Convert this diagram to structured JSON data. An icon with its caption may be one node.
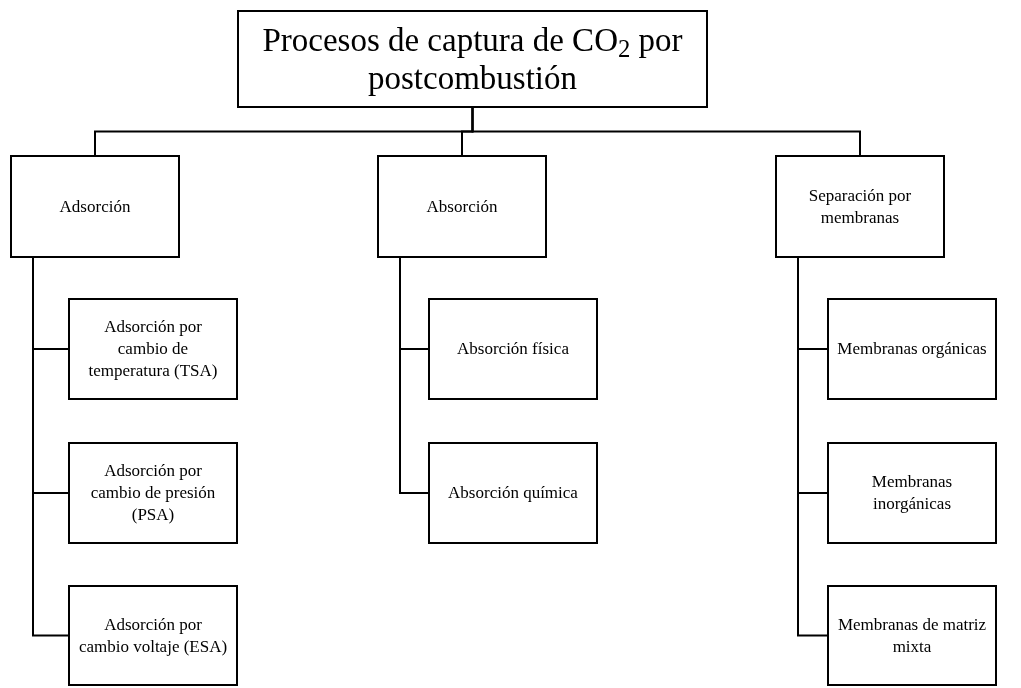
{
  "diagram": {
    "nodes": [
      {
        "text": [
          "Procesos de captura de CO$_{2}$ por postcombustión"
        ]
      },
      {
        "text": [
          "Adsorción"
        ]
      },
      {
        "text": [
          "Absorción"
        ]
      },
      {
        "text": [
          "Separación por membranas"
        ]
      },
      {
        "text": [
          "Adsorción por cambio de temperatura (TSA)"
        ]
      },
      {
        "text": [
          "Adsorción por cambio de presión (PSA)"
        ]
      },
      {
        "text": [
          "Adsorción por cambio voltaje (ESA)"
        ]
      },
      {
        "text": [
          "Absorción física"
        ]
      },
      {
        "text": [
          "Absorción química"
        ]
      },
      {
        "text": [
          "Membranas orgánicas"
        ]
      },
      {
        "text": [
          "Membranas inorgánicas"
        ]
      },
      {
        "text": [
          "Membranas de matriz mixta"
        ]
      }
    ],
    "edges": [
      {
        "from": 0,
        "to": 1,
        "arrow": "none"
      },
      {
        "from": 0,
        "to": 2,
        "arrow": "none"
      },
      {
        "from": 0,
        "to": 3,
        "arrow": "none"
      },
      {
        "from": 1,
        "to": 4,
        "arrow": "none"
      },
      {
        "from": 1,
        "to": 5,
        "arrow": "none"
      },
      {
        "from": 1,
        "to": 6,
        "arrow": "none"
      },
      {
        "from": 2,
        "to": 7,
        "arrow": "none"
      },
      {
        "from": 2,
        "to": 8,
        "arrow": "none"
      },
      {
        "from": 3,
        "to": 9,
        "arrow": "none"
      },
      {
        "from": 3,
        "to": 10,
        "arrow": "none"
      },
      {
        "from": 3,
        "to": 11,
        "arrow": "none"
      }
    ]
  }
}
